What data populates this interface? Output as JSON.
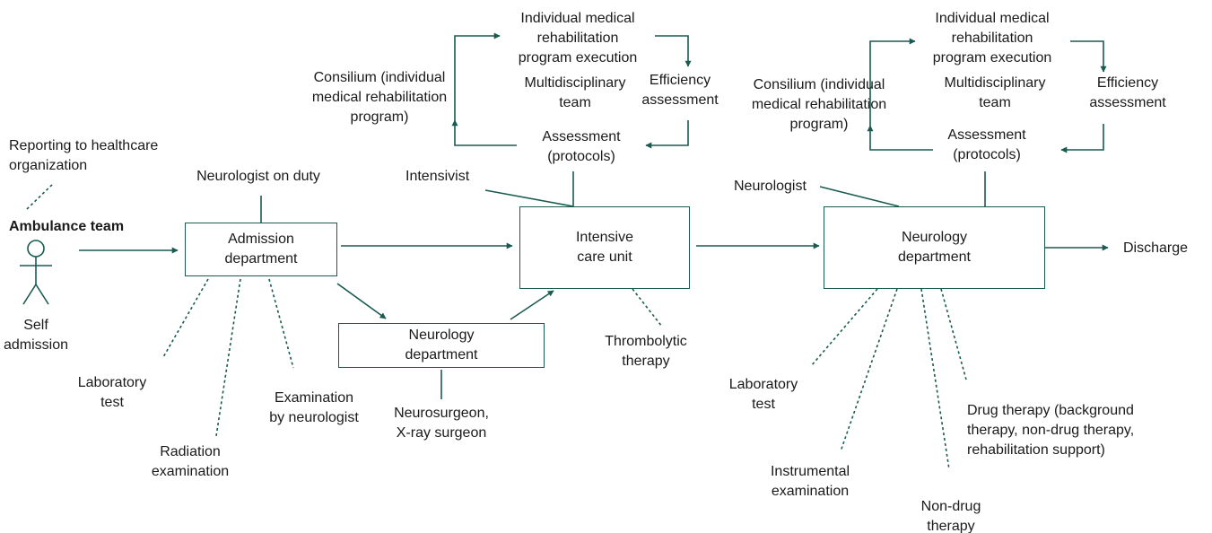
{
  "colors": {
    "line": "#1a5a50",
    "text": "#1a1a1a"
  },
  "actor": {
    "icon": "person-icon",
    "top_label": "Ambulance team",
    "bottom_label": "Self\nadmission"
  },
  "reporting": "Reporting to healthcare\norganization",
  "admission": {
    "box": "Admission\ndepartment",
    "staff": "Neurologist on duty",
    "lab": "Laboratory\ntest",
    "radiation": "Radiation\nexamination",
    "exam": "Examination\nby neurologist"
  },
  "neuro_small": {
    "box": "Neurology\ndepartment",
    "staff": "Neurosurgeon,\nX-ray surgeon"
  },
  "icu": {
    "box": "Intensive\ncare unit",
    "staff": "Intensivist",
    "therapy": "Thrombolytic\ntherapy"
  },
  "cycle_left": {
    "program": "Individual medical\nrehabilitation\nprogram execution",
    "consilium": "Consilium (individual\nmedical rehabilitation\nprogram)",
    "team": "Multidisciplinary\nteam",
    "efficiency": "Efficiency\nassessment",
    "assessment": "Assessment\n(protocols)"
  },
  "cycle_right": {
    "program": "Individual medical\nrehabilitation\nprogram execution",
    "consilium": "Consilium (individual\nmedical rehabilitation\nprogram)",
    "team": "Multidisciplinary\nteam",
    "efficiency": "Efficiency\nassessment",
    "assessment": "Assessment\n(protocols)"
  },
  "neuro_main": {
    "box": "Neurology\ndepartment",
    "staff": "Neurologist",
    "lab": "Laboratory\ntest",
    "instrumental": "Instrumental\nexamination",
    "nondrug": "Non-drug\ntherapy",
    "drug": "Drug therapy (background\ntherapy, non-drug therapy,\nrehabilitation support)"
  },
  "discharge": "Discharge"
}
